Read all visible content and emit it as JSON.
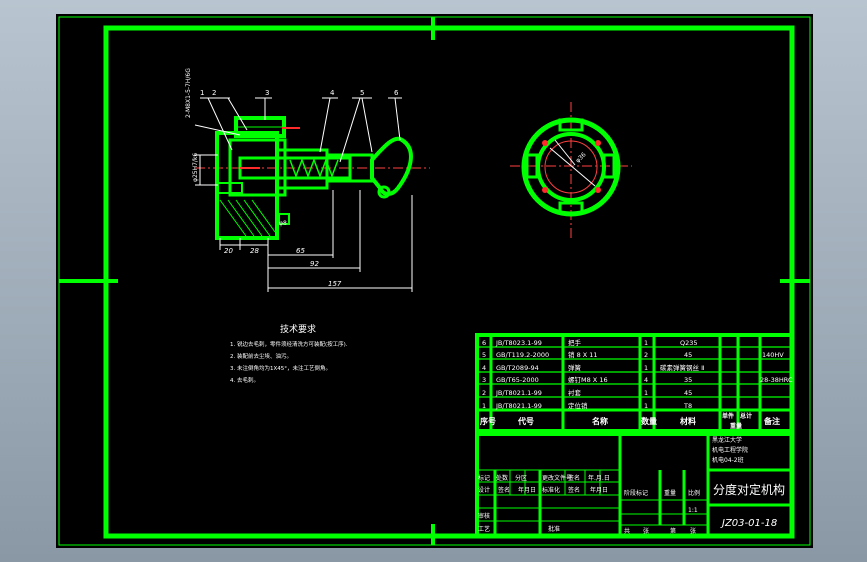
{
  "colors": {
    "frame": "#00ff00",
    "paper": "#000000",
    "white": "#ffffff",
    "red": "#ff2a2a",
    "yellow": "#ffff66",
    "centerline": "#ff4040"
  },
  "drawing": {
    "part_labels": [
      "1",
      "2",
      "3",
      "4",
      "5",
      "6"
    ],
    "fit_note": "2-M8X1-5-7H/6G",
    "phi_note": "φ25H7/k6",
    "tol_note": "φ8",
    "dims": [
      "20",
      "28",
      "65",
      "92",
      "157"
    ],
    "round_dim": "φ36"
  },
  "tech": {
    "title": "技术要求",
    "lines": [
      "1. 锐边去毛刺，零件须经清洗方可装配(按工序).",
      "2. 装配前去尘埃、油污。",
      "3. 未注倒角均为1X45°，未注工艺倒角。",
      "4. 去毛刺。"
    ]
  },
  "bom": {
    "rows": [
      [
        "6",
        "JB/T8023.1-99",
        "把手",
        "1",
        "Q235",
        "",
        "",
        "140HV"
      ],
      [
        "5",
        "GB/T119.2-2000",
        "销 8 X 11",
        "2",
        "45",
        "",
        "",
        ""
      ],
      [
        "4",
        "GB/T2089-94",
        "弹簧",
        "1",
        "碳素弹簧钢丝 Ⅱ",
        "",
        "",
        ""
      ],
      [
        "3",
        "GB/T65-2000",
        "螺钉M8 X 16",
        "4",
        "35",
        "",
        "",
        "28-38HRC"
      ],
      [
        "2",
        "JB/T8021.1-99",
        "衬套",
        "1",
        "45",
        "",
        "",
        ""
      ],
      [
        "1",
        "JB/T8021.1-99",
        "定位销",
        "1",
        "T8",
        "",
        "",
        ""
      ]
    ],
    "header": [
      "序号",
      "代号",
      "名称",
      "数量",
      "材料",
      "单件",
      "总计",
      "备注"
    ],
    "weight_label": "重量"
  },
  "title_block": {
    "school": [
      "黑龙江大学",
      "机电工程学院",
      "机电04-2班"
    ],
    "drawing_title": "分度对定机构",
    "drawing_no": "JZ03-01-18",
    "row_labels": [
      "标记",
      "处数",
      "分区",
      "更改文件号",
      "签名",
      "年.月.日"
    ],
    "row2_labels": [
      "设计",
      "签名",
      "年月日",
      "标准化",
      "签名",
      "年月日"
    ],
    "col_labels": [
      "阶段标记",
      "重量",
      "比例"
    ],
    "scale": "1:1",
    "check": "审核",
    "process": "工艺",
    "approve": "批准",
    "sheets": [
      "共",
      "张",
      "第",
      "张"
    ]
  }
}
